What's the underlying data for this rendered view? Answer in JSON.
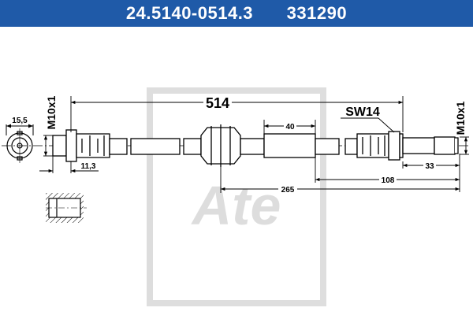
{
  "header": {
    "part_number": "24.5140-0514.3",
    "ref_number": "331290"
  },
  "dimensions": {
    "overall_length": "514",
    "wrench_size": "SW14",
    "thread_left": "M10x1",
    "thread_right": "M10x1",
    "hex_width": "15,5",
    "left_fitting_length": "11,3",
    "sleeve_length": "40",
    "right_fitting_length": "33",
    "sleeve_to_end": "108",
    "grommet_to_end": "265"
  },
  "watermark": {
    "brand": "Ate"
  }
}
